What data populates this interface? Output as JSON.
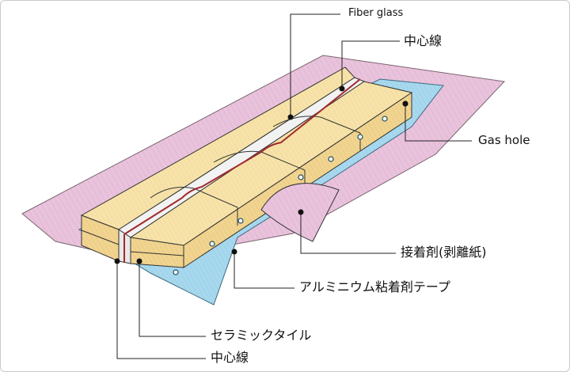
{
  "labels": {
    "fiber_glass": "Fiber glass",
    "center_line_top": "中心線",
    "gas_hole": "Gas hole",
    "adhesive": "接着剤(剥離紙)",
    "aluminum_tape": "アルミニウム粘着剤テープ",
    "ceramic_tile": "セラミックタイル",
    "center_line_bottom": "中心線"
  },
  "colors": {
    "pink_paper": "#e9c2dc",
    "blue_tape": "#a7d8ee",
    "tile_top": "#f7e3a9",
    "tile_side": "#f1d48f",
    "glass_strip": "#f2f2f2",
    "center_line": "#a0282d",
    "outline": "#333333"
  }
}
